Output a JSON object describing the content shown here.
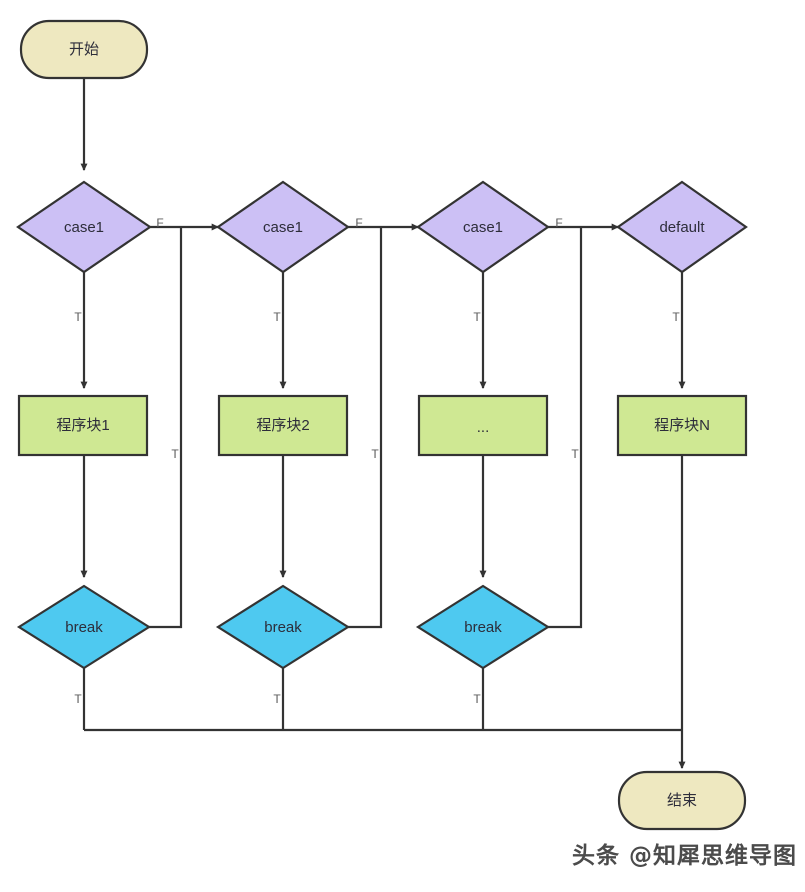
{
  "diagram": {
    "title": "switch-case flowchart",
    "background": "#ffffff",
    "stroke_color": "#333333",
    "label_color": "#2d2d3a",
    "edge_label_color": "#5a5a5a",
    "palette": {
      "terminator_fill": "#eee8c0",
      "decision_fill": "#ccc0f5",
      "process_fill": "#cfe893",
      "break_fill": "#4ec9f0"
    }
  },
  "nodes": {
    "start": {
      "label": "开始",
      "shape": "terminator",
      "fill": "#eee8c0"
    },
    "end": {
      "label": "结束",
      "shape": "terminator",
      "fill": "#eee8c0"
    },
    "case1": {
      "label": "case1",
      "shape": "decision",
      "fill": "#ccc0f5"
    },
    "case2": {
      "label": "case1",
      "shape": "decision",
      "fill": "#ccc0f5"
    },
    "case3": {
      "label": "case1",
      "shape": "decision",
      "fill": "#ccc0f5"
    },
    "default": {
      "label": "default",
      "shape": "decision",
      "fill": "#ccc0f5"
    },
    "block1": {
      "label": "程序块1",
      "shape": "process",
      "fill": "#cfe893"
    },
    "block2": {
      "label": "程序块2",
      "shape": "process",
      "fill": "#cfe893"
    },
    "block3": {
      "label": "...",
      "shape": "process",
      "fill": "#cfe893"
    },
    "blockN": {
      "label": "程序块N",
      "shape": "process",
      "fill": "#cfe893"
    },
    "break1": {
      "label": "break",
      "shape": "decision",
      "fill": "#4ec9f0"
    },
    "break2": {
      "label": "break",
      "shape": "decision",
      "fill": "#4ec9f0"
    },
    "break3": {
      "label": "break",
      "shape": "decision",
      "fill": "#4ec9f0"
    }
  },
  "edge_labels": {
    "case1_false": "F",
    "case2_false": "F",
    "case3_false": "F",
    "case1_true": "T",
    "case2_true": "T",
    "case3_true": "T",
    "default_true": "T",
    "break1_true": "T",
    "break2_true": "T",
    "break3_true": "T",
    "break1_false": "T",
    "break2_false": "T",
    "break3_false": "T"
  },
  "watermark": {
    "text": "头条 @知犀思维导图"
  }
}
